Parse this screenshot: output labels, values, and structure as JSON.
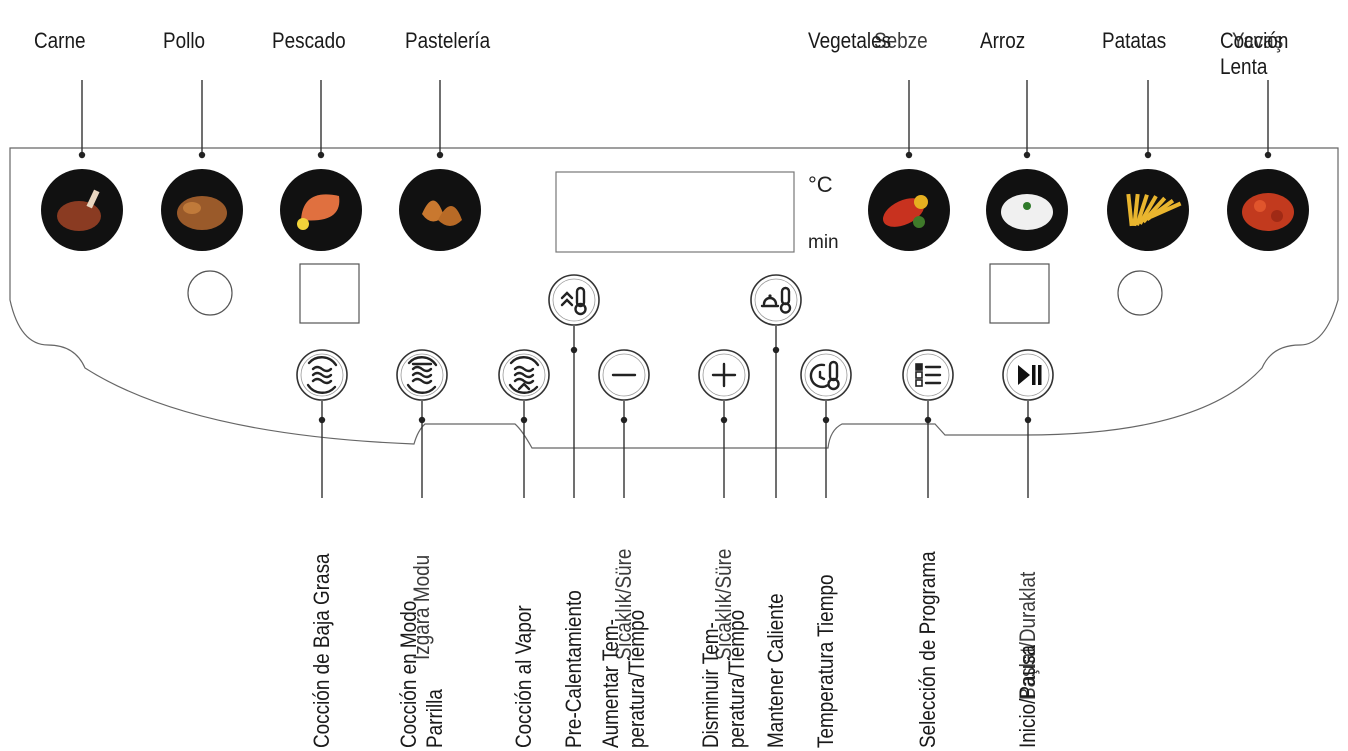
{
  "display": {
    "unit_temp": "°C",
    "unit_time": "min"
  },
  "programs": [
    {
      "id": "carne",
      "label": "Carne",
      "icon": "meat-drumstick-icon",
      "color": "#8a3b22"
    },
    {
      "id": "pollo",
      "label": "Pollo",
      "icon": "roast-chicken-icon",
      "color": "#9a5a2a"
    },
    {
      "id": "pescado",
      "label": "Pescado",
      "icon": "salmon-steak-icon",
      "color": "#e0703f"
    },
    {
      "id": "pasteleria",
      "label": "Pastelería",
      "icon": "croissant-icon",
      "color": "#c9782f"
    },
    {
      "id": "vegetales",
      "label": "Vegetales",
      "overlay": "Sebze",
      "icon": "grilled-vegetables-icon",
      "color": "#c8321f"
    },
    {
      "id": "arroz",
      "label": "Arroz",
      "icon": "rice-bowl-icon",
      "color": "#f0f0f0"
    },
    {
      "id": "patatas",
      "label": "Patatas",
      "icon": "french-fries-icon",
      "color": "#e9b52e"
    },
    {
      "id": "coccion-lenta",
      "label": "Cocción",
      "label2": "Lenta",
      "overlay": "Yavaş",
      "icon": "stew-icon",
      "color": "#c23a1e"
    }
  ],
  "functions": [
    {
      "id": "baja-grasa",
      "icon": "low-fat-cooking-icon",
      "lines": [
        "Cocción de Baja Grasa"
      ]
    },
    {
      "id": "horno-parrilla",
      "icon": "oven-grill-icon",
      "lines": [
        "Cocción en Modo",
        "Parrilla"
      ],
      "overlay": [
        "Izgara Modu"
      ]
    },
    {
      "id": "vapor",
      "icon": "steam-cooking-icon",
      "lines": [
        "Cocción al Vapor"
      ]
    },
    {
      "id": "pre-calentamiento",
      "icon": "preheat-icon",
      "lines": [
        "Pre-Calentamiento"
      ]
    },
    {
      "id": "aumentar",
      "icon": "minus-icon",
      "lines": [
        "Aumentar Tem-",
        "peratura/Tiempo"
      ],
      "overlay": [
        "Sıcaklık/Süre"
      ]
    },
    {
      "id": "disminuir",
      "icon": "plus-icon",
      "lines": [
        "Disminuir Tem-",
        "peratura/Tiempo"
      ],
      "overlay": [
        "Sıcaklık/Süre"
      ]
    },
    {
      "id": "mantener-caliente",
      "icon": "keep-warm-icon",
      "lines": [
        "Mantener Caliente"
      ]
    },
    {
      "id": "temp-tiempo",
      "icon": "timer-thermometer-icon",
      "lines": [
        "Temperatura Tiempo"
      ]
    },
    {
      "id": "seleccion-programa",
      "icon": "program-list-icon",
      "lines": [
        "Selección de Programa"
      ]
    },
    {
      "id": "inicio-pausa",
      "icon": "play-pause-icon",
      "lines": [
        "Inicio/Pausa"
      ],
      "overlay": [
        "Başlat/Duraklat"
      ]
    }
  ]
}
